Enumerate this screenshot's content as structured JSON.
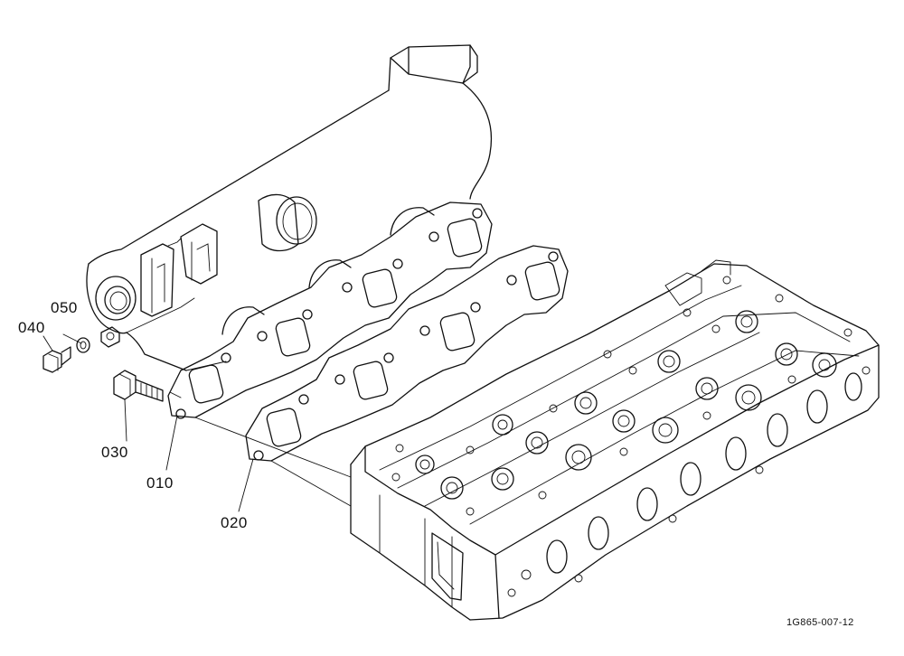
{
  "labels": {
    "p010": "010",
    "p020": "020",
    "p030": "030",
    "p040": "040",
    "p050": "050"
  },
  "doc_code": "1G865-007-12"
}
